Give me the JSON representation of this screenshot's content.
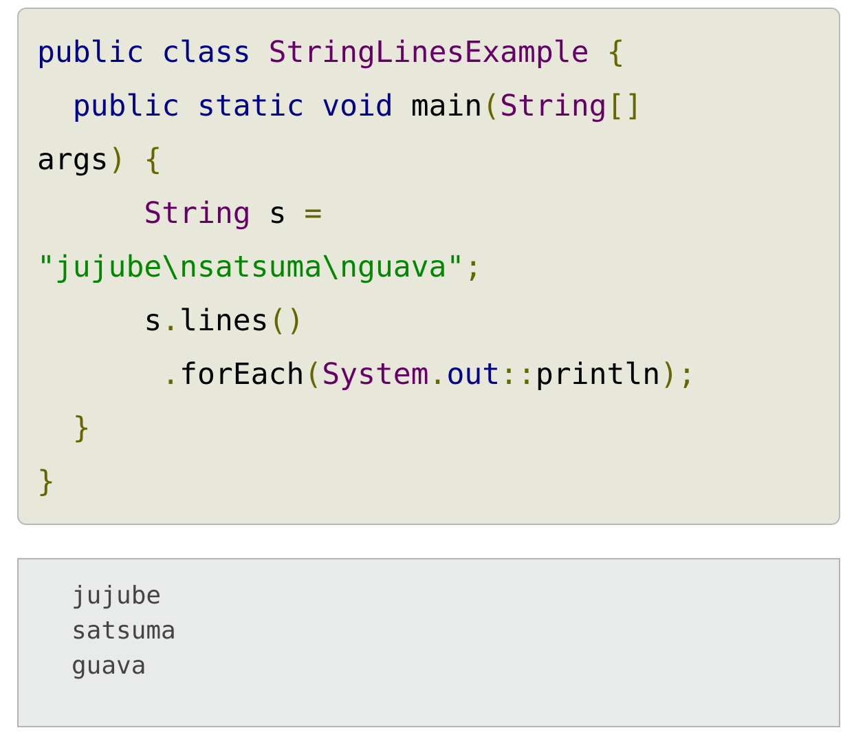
{
  "code_example": {
    "colors": {
      "keyword": "#000088",
      "type": "#660066",
      "plain": "#000000",
      "punctuation": "#666600",
      "string": "#008800",
      "background": "#e7e7da"
    },
    "lines": [
      [
        {
          "t": "kw",
          "v": "public"
        },
        {
          "t": "plain",
          "v": " "
        },
        {
          "t": "kw",
          "v": "class"
        },
        {
          "t": "plain",
          "v": " "
        },
        {
          "t": "type",
          "v": "StringLinesExample"
        },
        {
          "t": "plain",
          "v": " "
        },
        {
          "t": "punc",
          "v": "{"
        }
      ],
      [
        {
          "t": "plain",
          "v": "  "
        },
        {
          "t": "kw",
          "v": "public"
        },
        {
          "t": "plain",
          "v": " "
        },
        {
          "t": "kw",
          "v": "static"
        },
        {
          "t": "plain",
          "v": " "
        },
        {
          "t": "kw",
          "v": "void"
        },
        {
          "t": "plain",
          "v": " main"
        },
        {
          "t": "punc",
          "v": "("
        },
        {
          "t": "type",
          "v": "String"
        },
        {
          "t": "punc",
          "v": "[]"
        }
      ],
      [
        {
          "t": "plain",
          "v": "args"
        },
        {
          "t": "punc",
          "v": ")"
        },
        {
          "t": "plain",
          "v": " "
        },
        {
          "t": "punc",
          "v": "{"
        }
      ],
      [
        {
          "t": "plain",
          "v": "      "
        },
        {
          "t": "type",
          "v": "String"
        },
        {
          "t": "plain",
          "v": " s "
        },
        {
          "t": "punc",
          "v": "="
        }
      ],
      [
        {
          "t": "str",
          "v": "\"jujube\\nsatsuma\\nguava\""
        },
        {
          "t": "punc",
          "v": ";"
        }
      ],
      [
        {
          "t": "plain",
          "v": "      s"
        },
        {
          "t": "punc",
          "v": "."
        },
        {
          "t": "plain",
          "v": "lines"
        },
        {
          "t": "punc",
          "v": "()"
        }
      ],
      [
        {
          "t": "plain",
          "v": "       "
        },
        {
          "t": "punc",
          "v": "."
        },
        {
          "t": "plain",
          "v": "forEach"
        },
        {
          "t": "punc",
          "v": "("
        },
        {
          "t": "type",
          "v": "System"
        },
        {
          "t": "punc",
          "v": "."
        },
        {
          "t": "kw",
          "v": "out"
        },
        {
          "t": "punc",
          "v": "::"
        },
        {
          "t": "plain",
          "v": "println"
        },
        {
          "t": "punc",
          "v": ");"
        }
      ],
      [
        {
          "t": "plain",
          "v": "  "
        },
        {
          "t": "punc",
          "v": "}"
        }
      ],
      [
        {
          "t": "punc",
          "v": "}"
        }
      ]
    ]
  },
  "output": {
    "lines": [
      "jujube",
      "satsuma",
      "guava"
    ]
  }
}
